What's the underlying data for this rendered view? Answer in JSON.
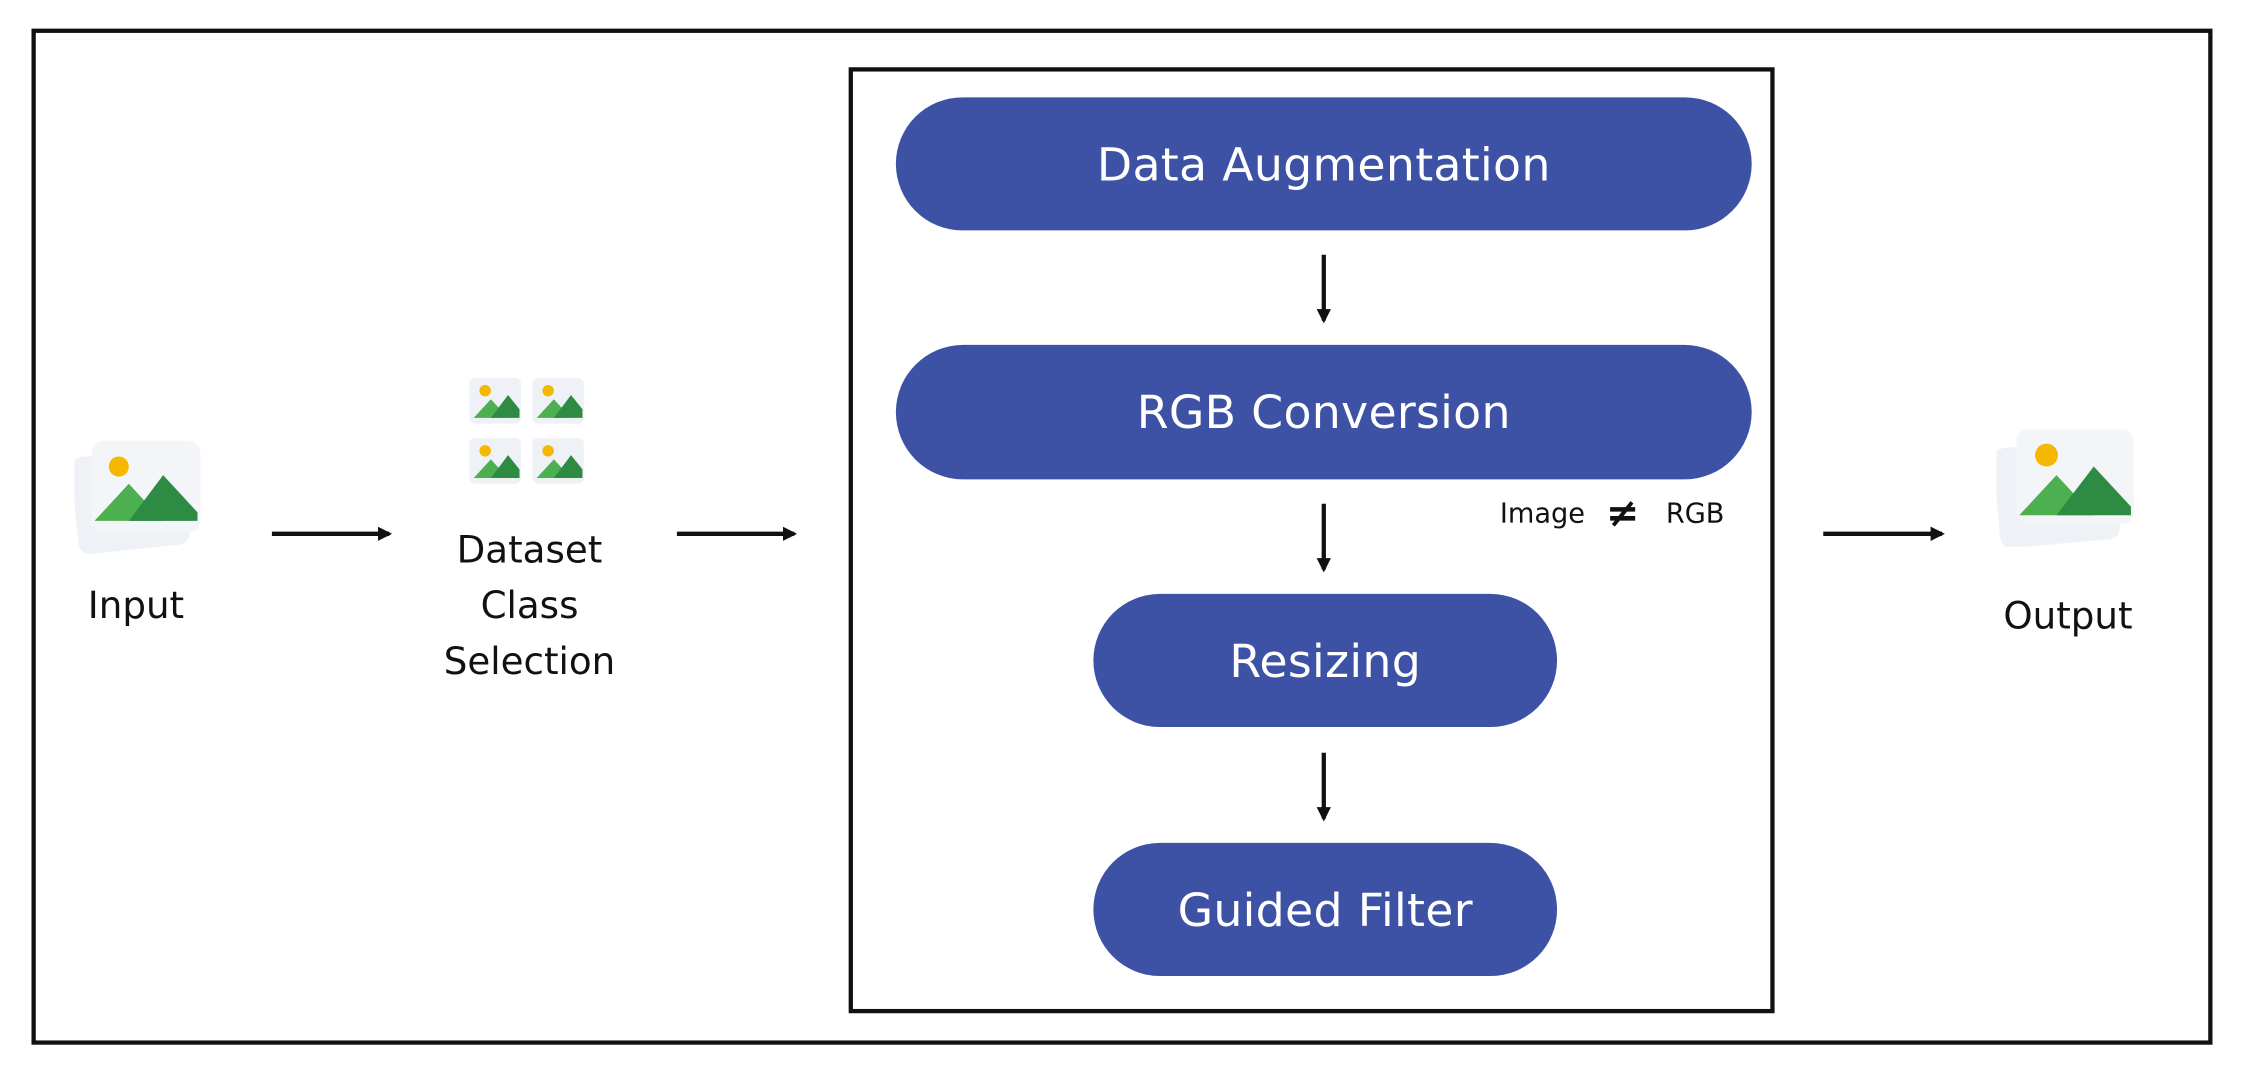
{
  "diagram": {
    "input_label": "Input",
    "dataset_label_line1": "Dataset",
    "dataset_label_line2": "Class",
    "dataset_label_line3": "Selection",
    "output_label": "Output",
    "steps": {
      "augmentation": "Data Augmentation",
      "rgb": "RGB Conversion",
      "resizing": "Resizing",
      "guided": "Guided Filter"
    },
    "note": {
      "left": "Image",
      "symbol": "≠",
      "right": "RGB"
    }
  },
  "colors": {
    "pill_fill": "#3d52a5",
    "pill_text": "#ffffff",
    "icon_green_dark": "#2e8b44",
    "icon_green_light": "#4caf50",
    "icon_sun": "#f5b700",
    "icon_card": "#eef2f6"
  },
  "icons": {
    "input": "image-icon",
    "dataset": "image-grid-icon",
    "output": "image-icon"
  }
}
